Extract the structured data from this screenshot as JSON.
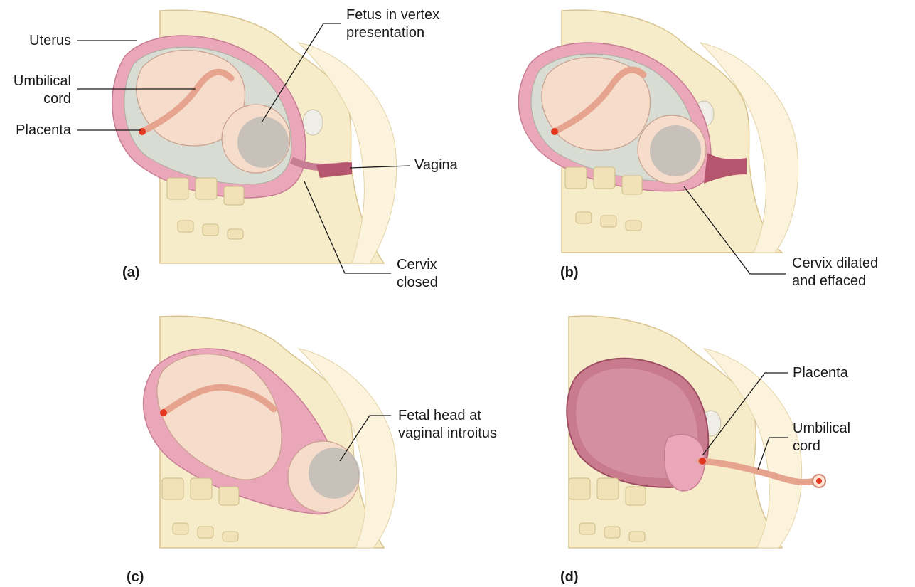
{
  "panels": [
    {
      "tag": "(a)",
      "labels": {
        "uterus": "Uterus",
        "umbilical_cord": [
          "Umbilical",
          "cord"
        ],
        "placenta": "Placenta",
        "fetus": [
          "Fetus in vertex",
          "presentation"
        ],
        "vagina": "Vagina",
        "cervix": [
          "Cervix",
          "closed"
        ]
      }
    },
    {
      "tag": "(b)",
      "labels": {
        "cervix": [
          "Cervix dilated",
          "and effaced"
        ]
      }
    },
    {
      "tag": "(c)",
      "labels": {
        "fetal_head": [
          "Fetal head at",
          "vaginal introitus"
        ]
      }
    },
    {
      "tag": "(d)",
      "labels": {
        "placenta": "Placenta",
        "umbilical_cord": [
          "Umbilical",
          "cord"
        ]
      }
    }
  ],
  "colors": {
    "skin": "#f7ecc9",
    "skin_edge": "#d9c48f",
    "uterus_wall": "#e9a7b9",
    "uterus_inner": "#f3c9d3",
    "amniotic": "#d8dcd3",
    "fetus": "#f6dcca",
    "fetus_edge": "#caa08f",
    "cord": "#e6a48f",
    "placenta_dot": "#e2361f",
    "vertebra": "#f1e2b8",
    "empty_uterus": "#c97b8d",
    "leader": "#1a1a1a"
  }
}
